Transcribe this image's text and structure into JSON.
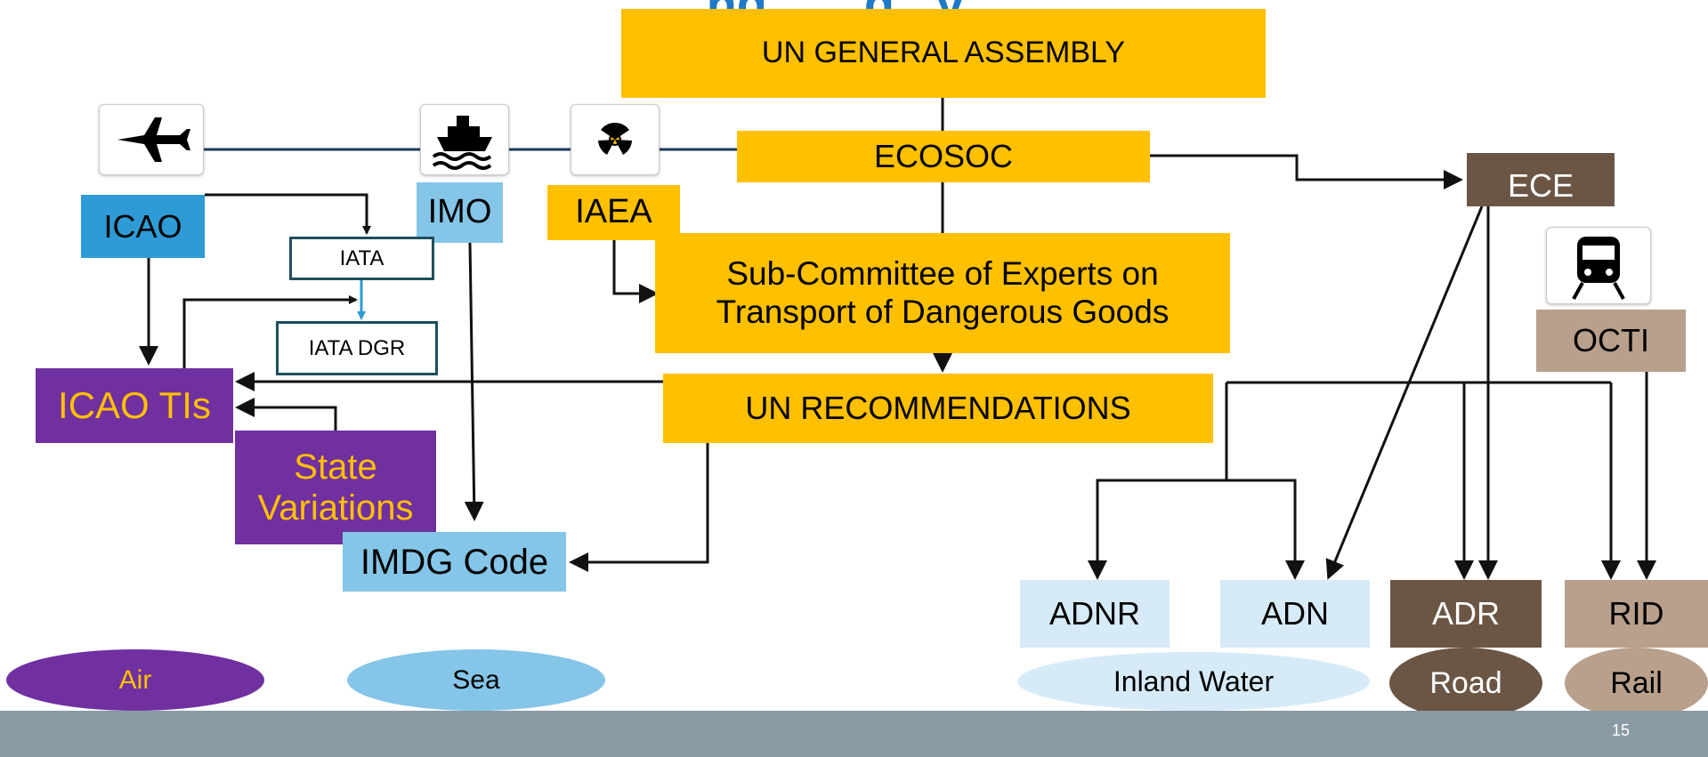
{
  "title": "ng... ...g...y...",
  "nodes": {
    "un_general_assembly": "UN GENERAL ASSEMBLY",
    "ecosoc": "ECOSOC",
    "ece": "ECE",
    "icao": "ICAO",
    "imo": "IMO",
    "iaea": "IAEA",
    "iata": "IATA",
    "iata_dgr": "IATA DGR",
    "sub_committee": "Sub-Committee of Experts on Transport of Dangerous Goods",
    "un_recommendations": "UN RECOMMENDATIONS",
    "icao_tis": "ICAO TIs",
    "state_variations": "State Variations",
    "imdg_code": "IMDG Code",
    "octi": "OCTI",
    "adnr": "ADNR",
    "adn": "ADN",
    "adr": "ADR",
    "rid": "RID"
  },
  "modes": {
    "air": "Air",
    "sea": "Sea",
    "inland_water": "Inland Water",
    "road": "Road",
    "rail": "Rail"
  },
  "icons": {
    "airplane": "airplane-icon",
    "ship": "ship-icon",
    "radiation": "radiation-icon",
    "train": "train-icon"
  },
  "colors": {
    "gold": "#ffc000",
    "icao_blue": "#2e9bd6",
    "imo_light_blue": "#85c6e8",
    "purple": "#7030a0",
    "brown": "#6b5645",
    "tan": "#b8a08c",
    "pale_blue": "#d6ebf7",
    "footer": "#8a9aa4"
  },
  "footer": {
    "page_number": "15"
  }
}
